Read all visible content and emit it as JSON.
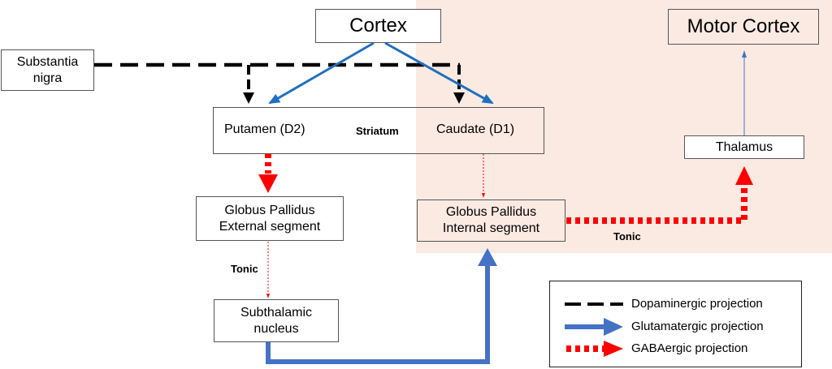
{
  "nodes": {
    "cortex": "Cortex",
    "motor_cortex": "Motor Cortex",
    "substantia_nigra": [
      "Substantia",
      "nigra"
    ],
    "putamen": "Putamen (D2)",
    "striatum": "Striatum",
    "caudate": "Caudate (D1)",
    "thalamus": "Thalamus",
    "gp_external": [
      "Globus Pallidus",
      "External segment"
    ],
    "gp_internal": [
      "Globus Pallidus",
      "Internal segment"
    ],
    "subthalamic": [
      "Subthalamic",
      "nucleus"
    ]
  },
  "labels": {
    "tonic_left": "Tonic",
    "tonic_right": "Tonic"
  },
  "legend": {
    "dopaminergic": "Dopaminergic projection",
    "glutamatergic": "Glutamatergic projection",
    "gabaergic": "GABAergic projection"
  },
  "colors": {
    "dopaminergic": "#000000",
    "glutamatergic": "#4472c4",
    "cortex_arrow": "#1f6fbf",
    "gabaergic": "#ff0000",
    "highlight": "#fbeae2"
  }
}
